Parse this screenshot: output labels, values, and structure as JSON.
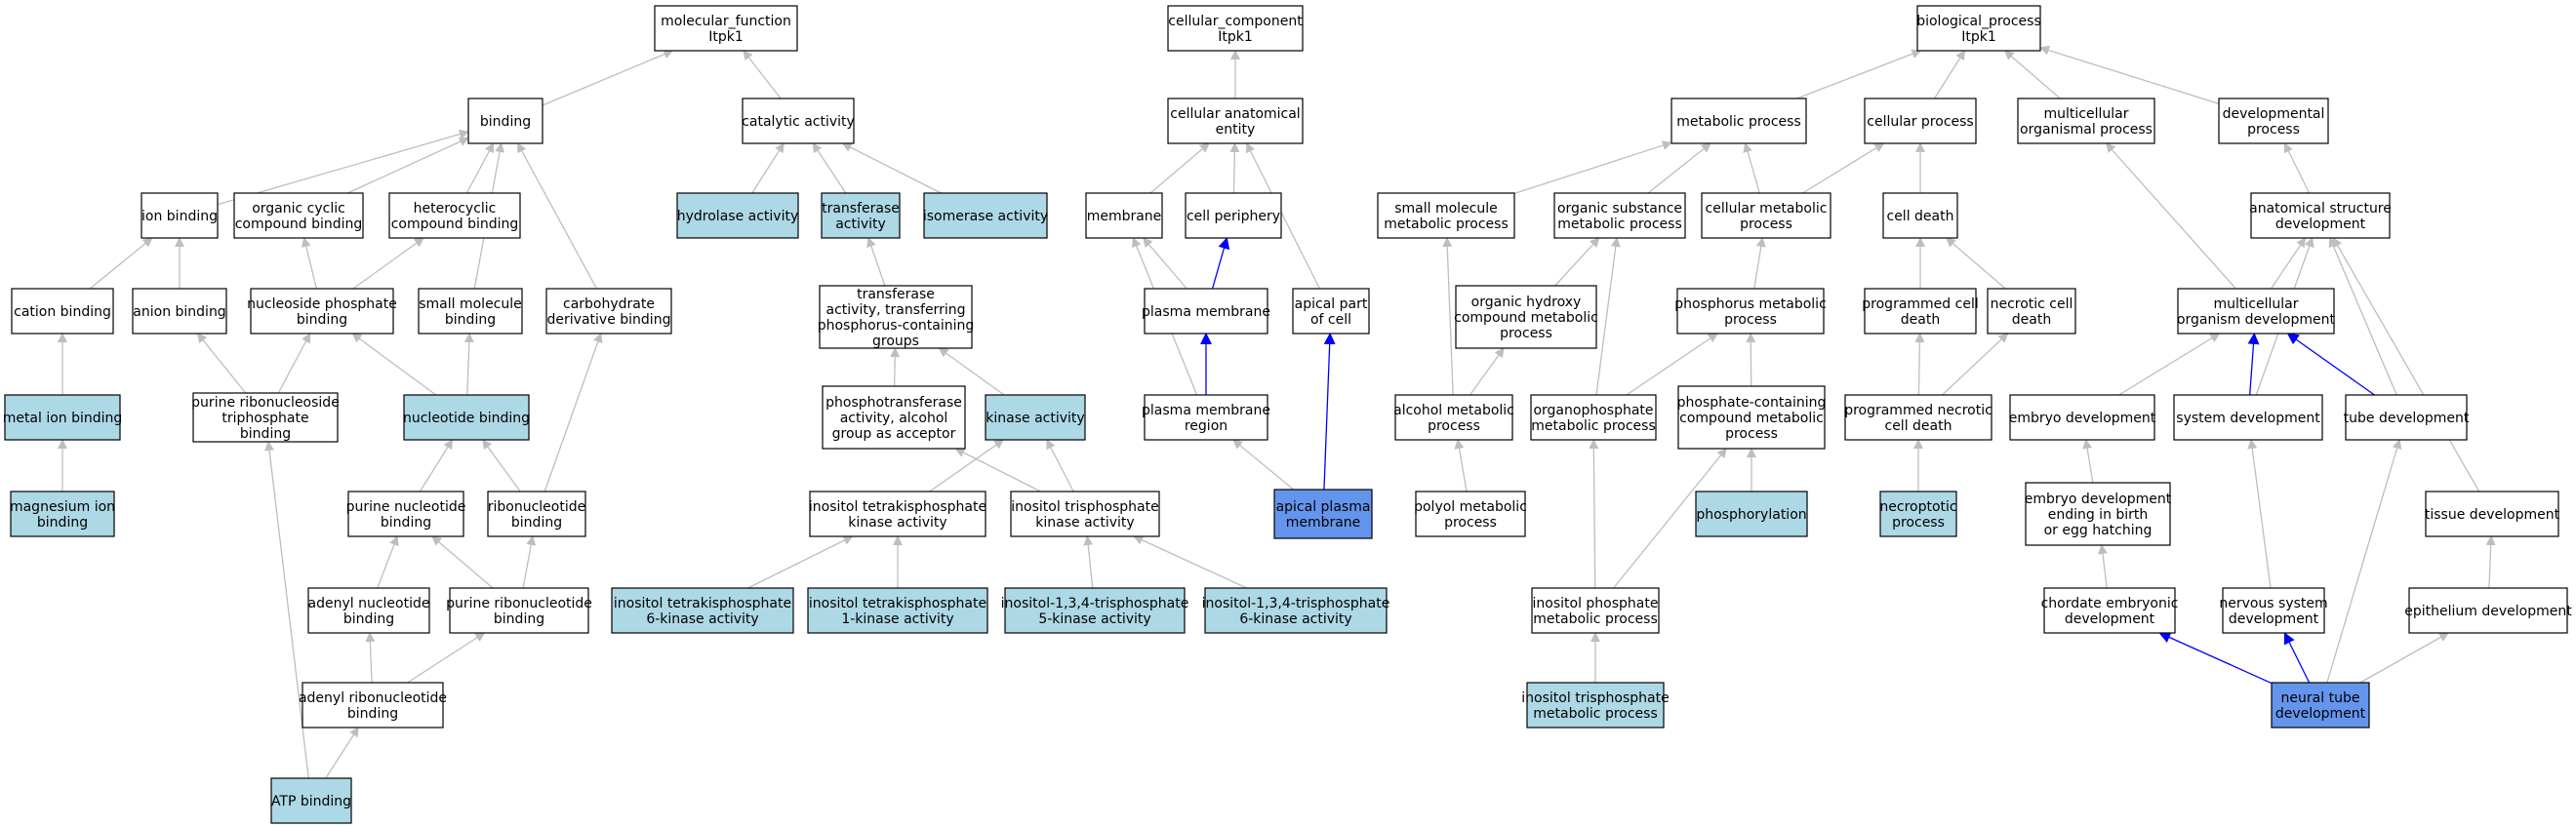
{
  "colors": {
    "default_fill": "#ffffff",
    "annotated_fill": "#add8e6",
    "query_fill": "#6495ed",
    "gray_edge": "#bebebe",
    "blue_edge": "#0000ff",
    "border": "#000000"
  },
  "nodes": [
    {
      "id": "mf",
      "lines": [
        "molecular_function",
        "Itpk1"
      ],
      "style": "default"
    },
    {
      "id": "cc",
      "lines": [
        "cellular_component",
        "Itpk1"
      ],
      "style": "default"
    },
    {
      "id": "bp",
      "lines": [
        "biological_process",
        "Itpk1"
      ],
      "style": "default"
    },
    {
      "id": "binding",
      "lines": [
        "binding"
      ],
      "style": "default"
    },
    {
      "id": "catalytic",
      "lines": [
        "catalytic activity"
      ],
      "style": "default"
    },
    {
      "id": "cae",
      "lines": [
        "cellular anatomical",
        "entity"
      ],
      "style": "default"
    },
    {
      "id": "metabolic",
      "lines": [
        "metabolic process"
      ],
      "style": "default"
    },
    {
      "id": "cellular",
      "lines": [
        "cellular process"
      ],
      "style": "default"
    },
    {
      "id": "multiproc",
      "lines": [
        "multicellular",
        "organismal process"
      ],
      "style": "default"
    },
    {
      "id": "devproc",
      "lines": [
        "developmental",
        "process"
      ],
      "style": "default"
    },
    {
      "id": "ionbind",
      "lines": [
        "ion binding"
      ],
      "style": "default"
    },
    {
      "id": "ocbind",
      "lines": [
        "organic cyclic",
        "compound binding"
      ],
      "style": "default"
    },
    {
      "id": "hcbind",
      "lines": [
        "heterocyclic",
        "compound binding"
      ],
      "style": "default"
    },
    {
      "id": "hydrolase",
      "lines": [
        "hydrolase activity"
      ],
      "style": "annotated"
    },
    {
      "id": "transferase",
      "lines": [
        "transferase",
        "activity"
      ],
      "style": "annotated"
    },
    {
      "id": "isomerase",
      "lines": [
        "isomerase activity"
      ],
      "style": "annotated"
    },
    {
      "id": "membrane",
      "lines": [
        "membrane"
      ],
      "style": "default"
    },
    {
      "id": "cellperiph",
      "lines": [
        "cell periphery"
      ],
      "style": "default"
    },
    {
      "id": "smp",
      "lines": [
        "small molecule",
        "metabolic process"
      ],
      "style": "default"
    },
    {
      "id": "osmp",
      "lines": [
        "organic substance",
        "metabolic process"
      ],
      "style": "default"
    },
    {
      "id": "cmp",
      "lines": [
        "cellular metabolic",
        "process"
      ],
      "style": "default"
    },
    {
      "id": "celldeath",
      "lines": [
        "cell death"
      ],
      "style": "default"
    },
    {
      "id": "asd",
      "lines": [
        "anatomical structure",
        "development"
      ],
      "style": "default"
    },
    {
      "id": "cationbind",
      "lines": [
        "cation binding"
      ],
      "style": "default"
    },
    {
      "id": "anionbind",
      "lines": [
        "anion binding"
      ],
      "style": "default"
    },
    {
      "id": "npbind",
      "lines": [
        "nucleoside phosphate",
        "binding"
      ],
      "style": "default"
    },
    {
      "id": "smbind",
      "lines": [
        "small molecule",
        "binding"
      ],
      "style": "default"
    },
    {
      "id": "carbbind",
      "lines": [
        "carbohydrate",
        "derivative binding"
      ],
      "style": "default"
    },
    {
      "id": "transfP",
      "lines": [
        "transferase",
        "activity, transferring",
        "phosphorus-containing",
        "groups"
      ],
      "style": "default"
    },
    {
      "id": "plasmamem",
      "lines": [
        "plasma membrane"
      ],
      "style": "default"
    },
    {
      "id": "apicalpart",
      "lines": [
        "apical part",
        "of cell"
      ],
      "style": "default"
    },
    {
      "id": "ohcmp",
      "lines": [
        "organic hydroxy",
        "compound metabolic",
        "process"
      ],
      "style": "default"
    },
    {
      "id": "phosmp",
      "lines": [
        "phosphorus metabolic",
        "process"
      ],
      "style": "default"
    },
    {
      "id": "pcd",
      "lines": [
        "programmed cell",
        "death"
      ],
      "style": "default"
    },
    {
      "id": "necrotic",
      "lines": [
        "necrotic cell",
        "death"
      ],
      "style": "default"
    },
    {
      "id": "mod",
      "lines": [
        "multicellular",
        "organism development"
      ],
      "style": "default"
    },
    {
      "id": "metalion",
      "lines": [
        "metal ion binding"
      ],
      "style": "annotated"
    },
    {
      "id": "prtbind",
      "lines": [
        "purine ribonucleoside",
        "triphosphate",
        "binding"
      ],
      "style": "default"
    },
    {
      "id": "nucbind",
      "lines": [
        "nucleotide binding"
      ],
      "style": "annotated"
    },
    {
      "id": "phosphotrans",
      "lines": [
        "phosphotransferase",
        "activity, alcohol",
        "group as acceptor"
      ],
      "style": "default"
    },
    {
      "id": "kinase",
      "lines": [
        "kinase activity"
      ],
      "style": "annotated"
    },
    {
      "id": "pmregion",
      "lines": [
        "plasma membrane",
        "region"
      ],
      "style": "default"
    },
    {
      "id": "alcmp",
      "lines": [
        "alcohol metabolic",
        "process"
      ],
      "style": "default"
    },
    {
      "id": "opmp",
      "lines": [
        "organophosphate",
        "metabolic process"
      ],
      "style": "default"
    },
    {
      "id": "pccmp",
      "lines": [
        "phosphate-containing",
        "compound metabolic",
        "process"
      ],
      "style": "default"
    },
    {
      "id": "pncd",
      "lines": [
        "programmed necrotic",
        "cell death"
      ],
      "style": "default"
    },
    {
      "id": "embdev",
      "lines": [
        "embryo development"
      ],
      "style": "default"
    },
    {
      "id": "sysdev",
      "lines": [
        "system development"
      ],
      "style": "default"
    },
    {
      "id": "tubedev",
      "lines": [
        "tube development"
      ],
      "style": "default"
    },
    {
      "id": "mgbind",
      "lines": [
        "magnesium ion",
        "binding"
      ],
      "style": "annotated"
    },
    {
      "id": "purnucbind",
      "lines": [
        "purine nucleotide",
        "binding"
      ],
      "style": "default"
    },
    {
      "id": "ribonucbind",
      "lines": [
        "ribonucleotide",
        "binding"
      ],
      "style": "default"
    },
    {
      "id": "itetrak",
      "lines": [
        "inositol tetrakisphosphate",
        "kinase activity"
      ],
      "style": "default"
    },
    {
      "id": "itrisk",
      "lines": [
        "inositol trisphosphate",
        "kinase activity"
      ],
      "style": "default"
    },
    {
      "id": "apm",
      "lines": [
        "apical plasma",
        "membrane"
      ],
      "style": "query"
    },
    {
      "id": "polyol",
      "lines": [
        "polyol metabolic",
        "process"
      ],
      "style": "default"
    },
    {
      "id": "phosphorylation",
      "lines": [
        "phosphorylation"
      ],
      "style": "annotated"
    },
    {
      "id": "necroptotic",
      "lines": [
        "necroptotic",
        "process"
      ],
      "style": "annotated"
    },
    {
      "id": "embbirth",
      "lines": [
        "embryo development",
        "ending in birth",
        "or egg hatching"
      ],
      "style": "default"
    },
    {
      "id": "tissuedev",
      "lines": [
        "tissue development"
      ],
      "style": "default"
    },
    {
      "id": "adenylnuc",
      "lines": [
        "adenyl nucleotide",
        "binding"
      ],
      "style": "default"
    },
    {
      "id": "purribonuc",
      "lines": [
        "purine ribonucleotide",
        "binding"
      ],
      "style": "default"
    },
    {
      "id": "it6k",
      "lines": [
        "inositol tetrakisphosphate",
        "6-kinase activity"
      ],
      "style": "annotated"
    },
    {
      "id": "it1k",
      "lines": [
        "inositol tetrakisphosphate",
        "1-kinase activity"
      ],
      "style": "annotated"
    },
    {
      "id": "i5k",
      "lines": [
        "inositol-1,3,4-trisphosphate",
        "5-kinase activity"
      ],
      "style": "annotated"
    },
    {
      "id": "i6k",
      "lines": [
        "inositol-1,3,4-trisphosphate",
        "6-kinase activity"
      ],
      "style": "annotated"
    },
    {
      "id": "ipmp",
      "lines": [
        "inositol phosphate",
        "metabolic process"
      ],
      "style": "default"
    },
    {
      "id": "chordate",
      "lines": [
        "chordate embryonic",
        "development"
      ],
      "style": "default"
    },
    {
      "id": "nsd",
      "lines": [
        "nervous system",
        "development"
      ],
      "style": "default"
    },
    {
      "id": "epidev",
      "lines": [
        "epithelium development"
      ],
      "style": "default"
    },
    {
      "id": "adenylribo",
      "lines": [
        "adenyl ribonucleotide",
        "binding"
      ],
      "style": "default"
    },
    {
      "id": "itmp",
      "lines": [
        "inositol trisphosphate",
        "metabolic process"
      ],
      "style": "annotated"
    },
    {
      "id": "ntd",
      "lines": [
        "neural tube",
        "development"
      ],
      "style": "query"
    },
    {
      "id": "atp",
      "lines": [
        "ATP binding"
      ],
      "style": "annotated"
    }
  ],
  "edges": [
    {
      "from": "binding",
      "to": "mf",
      "color": "gray"
    },
    {
      "from": "catalytic",
      "to": "mf",
      "color": "gray"
    },
    {
      "from": "ionbind",
      "to": "binding",
      "color": "gray"
    },
    {
      "from": "ocbind",
      "to": "binding",
      "color": "gray"
    },
    {
      "from": "hcbind",
      "to": "binding",
      "color": "gray"
    },
    {
      "from": "smbind",
      "to": "binding",
      "color": "gray"
    },
    {
      "from": "carbbind",
      "to": "binding",
      "color": "gray"
    },
    {
      "from": "cationbind",
      "to": "ionbind",
      "color": "gray"
    },
    {
      "from": "anionbind",
      "to": "ionbind",
      "color": "gray"
    },
    {
      "from": "metalion",
      "to": "cationbind",
      "color": "gray"
    },
    {
      "from": "mgbind",
      "to": "metalion",
      "color": "gray"
    },
    {
      "from": "npbind",
      "to": "ocbind",
      "color": "gray"
    },
    {
      "from": "npbind",
      "to": "hcbind",
      "color": "gray"
    },
    {
      "from": "prtbind",
      "to": "anionbind",
      "color": "gray"
    },
    {
      "from": "prtbind",
      "to": "npbind",
      "color": "gray"
    },
    {
      "from": "nucbind",
      "to": "npbind",
      "color": "gray"
    },
    {
      "from": "nucbind",
      "to": "smbind",
      "color": "gray"
    },
    {
      "from": "purnucbind",
      "to": "nucbind",
      "color": "gray"
    },
    {
      "from": "ribonucbind",
      "to": "nucbind",
      "color": "gray"
    },
    {
      "from": "ribonucbind",
      "to": "carbbind",
      "color": "gray"
    },
    {
      "from": "adenylnuc",
      "to": "purnucbind",
      "color": "gray"
    },
    {
      "from": "purribonuc",
      "to": "purnucbind",
      "color": "gray"
    },
    {
      "from": "purribonuc",
      "to": "ribonucbind",
      "color": "gray"
    },
    {
      "from": "adenylribo",
      "to": "adenylnuc",
      "color": "gray"
    },
    {
      "from": "adenylribo",
      "to": "purribonuc",
      "color": "gray"
    },
    {
      "from": "atp",
      "to": "adenylribo",
      "color": "gray"
    },
    {
      "from": "atp",
      "to": "prtbind",
      "color": "gray"
    },
    {
      "from": "hydrolase",
      "to": "catalytic",
      "color": "gray"
    },
    {
      "from": "transferase",
      "to": "catalytic",
      "color": "gray"
    },
    {
      "from": "isomerase",
      "to": "catalytic",
      "color": "gray"
    },
    {
      "from": "transfP",
      "to": "transferase",
      "color": "gray"
    },
    {
      "from": "phosphotrans",
      "to": "transfP",
      "color": "gray"
    },
    {
      "from": "kinase",
      "to": "transfP",
      "color": "gray"
    },
    {
      "from": "itetrak",
      "to": "kinase",
      "color": "gray"
    },
    {
      "from": "itrisk",
      "to": "phosphotrans",
      "color": "gray"
    },
    {
      "from": "itrisk",
      "to": "kinase",
      "color": "gray"
    },
    {
      "from": "it6k",
      "to": "itetrak",
      "color": "gray"
    },
    {
      "from": "it1k",
      "to": "itetrak",
      "color": "gray"
    },
    {
      "from": "i5k",
      "to": "itrisk",
      "color": "gray"
    },
    {
      "from": "i6k",
      "to": "itrisk",
      "color": "gray"
    },
    {
      "from": "cae",
      "to": "cc",
      "color": "gray"
    },
    {
      "from": "membrane",
      "to": "cae",
      "color": "gray"
    },
    {
      "from": "cellperiph",
      "to": "cae",
      "color": "gray"
    },
    {
      "from": "apicalpart",
      "to": "cae",
      "color": "gray"
    },
    {
      "from": "plasmamem",
      "to": "membrane",
      "color": "gray"
    },
    {
      "from": "plasmamem",
      "to": "cellperiph",
      "color": "blue"
    },
    {
      "from": "pmregion",
      "to": "membrane",
      "color": "gray"
    },
    {
      "from": "pmregion",
      "to": "plasmamem",
      "color": "blue"
    },
    {
      "from": "apm",
      "to": "pmregion",
      "color": "gray"
    },
    {
      "from": "apm",
      "to": "apicalpart",
      "color": "blue"
    },
    {
      "from": "metabolic",
      "to": "bp",
      "color": "gray"
    },
    {
      "from": "cellular",
      "to": "bp",
      "color": "gray"
    },
    {
      "from": "multiproc",
      "to": "bp",
      "color": "gray"
    },
    {
      "from": "devproc",
      "to": "bp",
      "color": "gray"
    },
    {
      "from": "smp",
      "to": "metabolic",
      "color": "gray"
    },
    {
      "from": "osmp",
      "to": "metabolic",
      "color": "gray"
    },
    {
      "from": "cmp",
      "to": "metabolic",
      "color": "gray"
    },
    {
      "from": "cmp",
      "to": "cellular",
      "color": "gray"
    },
    {
      "from": "celldeath",
      "to": "cellular",
      "color": "gray"
    },
    {
      "from": "ohcmp",
      "to": "osmp",
      "color": "gray"
    },
    {
      "from": "phosmp",
      "to": "cmp",
      "color": "gray"
    },
    {
      "from": "alcmp",
      "to": "smp",
      "color": "gray"
    },
    {
      "from": "alcmp",
      "to": "ohcmp",
      "color": "gray"
    },
    {
      "from": "opmp",
      "to": "osmp",
      "color": "gray"
    },
    {
      "from": "opmp",
      "to": "phosmp",
      "color": "gray"
    },
    {
      "from": "pccmp",
      "to": "phosmp",
      "color": "gray"
    },
    {
      "from": "polyol",
      "to": "alcmp",
      "color": "gray"
    },
    {
      "from": "phosphorylation",
      "to": "pccmp",
      "color": "gray"
    },
    {
      "from": "ipmp",
      "to": "opmp",
      "color": "gray"
    },
    {
      "from": "ipmp",
      "to": "pccmp",
      "color": "gray"
    },
    {
      "from": "itmp",
      "to": "ipmp",
      "color": "gray"
    },
    {
      "from": "pcd",
      "to": "celldeath",
      "color": "gray"
    },
    {
      "from": "necrotic",
      "to": "celldeath",
      "color": "gray"
    },
    {
      "from": "pncd",
      "to": "pcd",
      "color": "gray"
    },
    {
      "from": "pncd",
      "to": "necrotic",
      "color": "gray"
    },
    {
      "from": "necroptotic",
      "to": "pncd",
      "color": "gray"
    },
    {
      "from": "asd",
      "to": "devproc",
      "color": "gray"
    },
    {
      "from": "mod",
      "to": "multiproc",
      "color": "gray"
    },
    {
      "from": "mod",
      "to": "asd",
      "color": "gray"
    },
    {
      "from": "embdev",
      "to": "mod",
      "color": "gray"
    },
    {
      "from": "sysdev",
      "to": "mod",
      "color": "blue"
    },
    {
      "from": "sysdev",
      "to": "asd",
      "color": "gray"
    },
    {
      "from": "tubedev",
      "to": "mod",
      "color": "blue"
    },
    {
      "from": "tubedev",
      "to": "asd",
      "color": "gray"
    },
    {
      "from": "tissuedev",
      "to": "asd",
      "color": "gray"
    },
    {
      "from": "embbirth",
      "to": "embdev",
      "color": "gray"
    },
    {
      "from": "chordate",
      "to": "embbirth",
      "color": "gray"
    },
    {
      "from": "nsd",
      "to": "sysdev",
      "color": "gray"
    },
    {
      "from": "epidev",
      "to": "tissuedev",
      "color": "gray"
    },
    {
      "from": "ntd",
      "to": "chordate",
      "color": "blue"
    },
    {
      "from": "ntd",
      "to": "nsd",
      "color": "blue"
    },
    {
      "from": "ntd",
      "to": "tubedev",
      "color": "gray"
    },
    {
      "from": "ntd",
      "to": "epidev",
      "color": "gray"
    }
  ]
}
